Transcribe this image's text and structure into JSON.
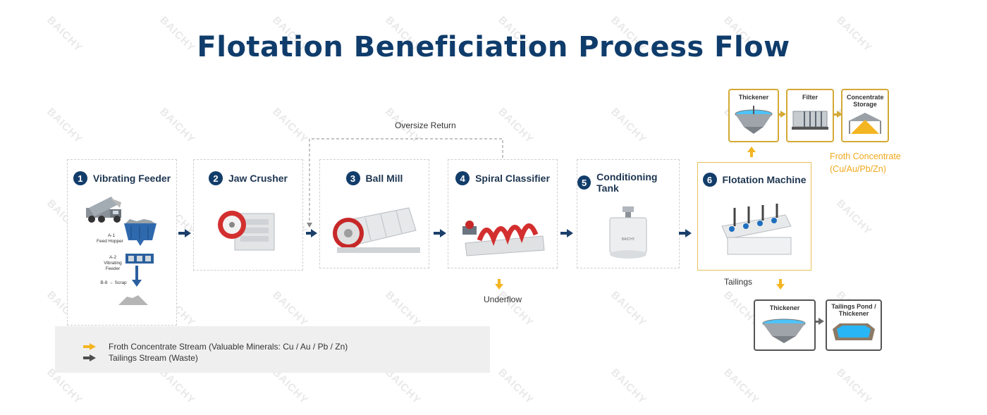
{
  "title": "Flotation Beneficiation Process Flow",
  "watermark_text": "BAICHY",
  "stages": [
    {
      "num": "1",
      "label": "Vibrating Feeder"
    },
    {
      "num": "2",
      "label": "Jaw Crusher"
    },
    {
      "num": "3",
      "label": "Ball Mill"
    },
    {
      "num": "4",
      "label": "Spiral Classifier"
    },
    {
      "num": "5",
      "label": "Conditioning Tank"
    },
    {
      "num": "6",
      "label": "Flotation Machine"
    }
  ],
  "feeder_labels": {
    "hopper_code": "A-1",
    "hopper_name": "Feed Hopper",
    "feeder_code": "A-2",
    "feeder_name1": "Vibrating",
    "feeder_name2": "Feeder",
    "scrap": "B-8 → Scrap"
  },
  "tank_brand": "BAICHY",
  "oversize_return": "Oversize Return",
  "underflow": "Underflow",
  "tailings": "Tailings",
  "concentrate_boxes": [
    {
      "label": "Thickener"
    },
    {
      "label": "Filter"
    },
    {
      "label": "Concentrate Storage"
    }
  ],
  "froth_concentrate": {
    "line1": "Froth Concentrate",
    "line2": "(Cu/Au/Pb/Zn)"
  },
  "tailings_boxes": [
    {
      "label": "Thickener"
    },
    {
      "label": "Tailings Pond / Thickener"
    }
  ],
  "legend": {
    "froth": "Froth Concentrate Stream (Valuable Minerals: Cu / Au / Pb / Zn)",
    "tailings": "Tailings Stream (Waste)"
  },
  "colors": {
    "title": "#0f3c6b",
    "process_arrow": "#1b3f6b",
    "froth_arrow": "#f4b522",
    "tailings_arrow": "#4d4d4d",
    "active_border": "#e6c15a"
  }
}
